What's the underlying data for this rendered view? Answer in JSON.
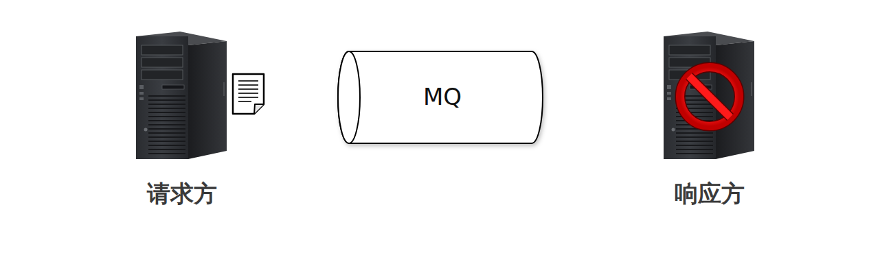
{
  "diagram": {
    "nodes": [
      {
        "text": [
          "请求方"
        ]
      },
      {
        "text": [
          "MQ"
        ]
      },
      {
        "text": [
          "响应方"
        ]
      }
    ]
  }
}
